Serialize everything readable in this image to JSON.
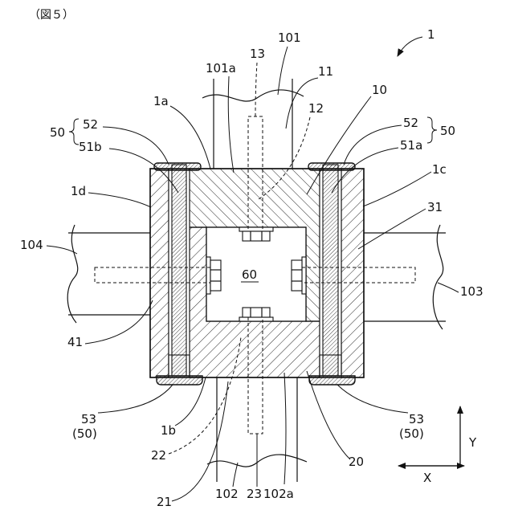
{
  "figure_title": "（図５）",
  "labels": {
    "ref_1": "1",
    "ref_101": "101",
    "ref_13": "13",
    "ref_101a": "101a",
    "ref_11": "11",
    "ref_1a": "1a",
    "ref_10": "10",
    "ref_12": "12",
    "ref_52_left": "52",
    "ref_50_left": "50",
    "ref_51b": "51b",
    "ref_52_right": "52",
    "ref_51a": "51a",
    "ref_50_right": "50",
    "ref_1c": "1c",
    "ref_1d": "1d",
    "ref_31": "31",
    "ref_104": "104",
    "ref_60": "60",
    "ref_103": "103",
    "ref_41": "41",
    "ref_53_left": "53",
    "ref_50_left_paren": "(50)",
    "ref_1b": "1b",
    "ref_53_right": "53",
    "ref_50_right_paren": "(50)",
    "ref_22": "22",
    "ref_20": "20",
    "ref_21": "21",
    "ref_102": "102",
    "ref_23": "23",
    "ref_102a": "102a"
  },
  "axes": {
    "y_label": "Y",
    "x_label": "X"
  }
}
